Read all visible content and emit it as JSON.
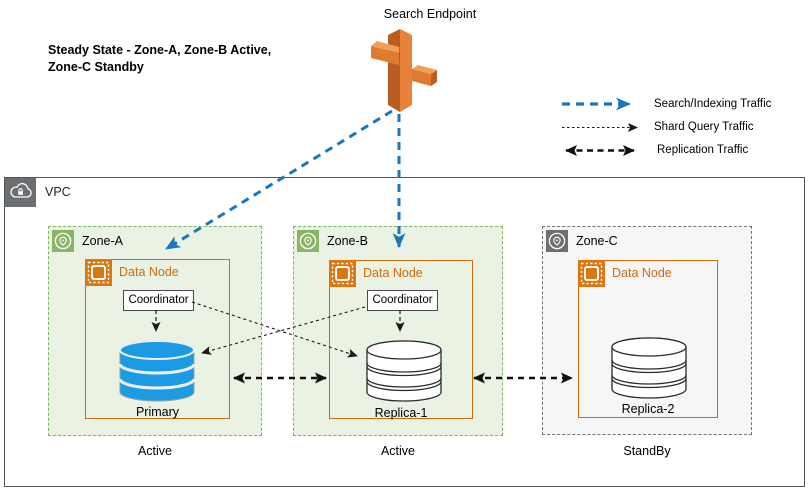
{
  "title": {
    "line1": "Steady State - Zone-A, Zone-B Active,",
    "line2": "Zone-C Standby"
  },
  "search_endpoint": {
    "label": "Search Endpoint",
    "icon": "search-endpoint-3d-icon"
  },
  "legend": {
    "items": [
      {
        "label": "Search/Indexing Traffic",
        "style": "blue-thick-dashed-arrow",
        "color": "#1C76BC"
      },
      {
        "label": "Shard Query Traffic",
        "style": "thin-dotted-arrow",
        "color": "#1a1a1a"
      },
      {
        "label": "Replication Traffic",
        "style": "thick-dashed-double-arrow",
        "color": "#111111"
      }
    ]
  },
  "vpc": {
    "label": "VPC",
    "icon": "cloud-lock-icon"
  },
  "zones": [
    {
      "name": "Zone-A",
      "status": "Active",
      "icon": "availability-zone-pin-icon",
      "data_node_label": "Data Node",
      "coordinator_label": "Coordinator",
      "database": {
        "label": "Primary",
        "role": "primary",
        "color": "#1A9BE3"
      }
    },
    {
      "name": "Zone-B",
      "status": "Active",
      "icon": "availability-zone-pin-icon",
      "data_node_label": "Data Node",
      "coordinator_label": "Coordinator",
      "database": {
        "label": "Replica-1",
        "role": "replica",
        "color": "#FFFFFF"
      }
    },
    {
      "name": "Zone-C",
      "status": "StandBy",
      "icon": "availability-zone-pin-icon",
      "data_node_label": "Data Node",
      "database": {
        "label": "Replica-2",
        "role": "replica",
        "color": "#FFFFFF"
      }
    }
  ],
  "colors": {
    "aws_orange": "#DD760F",
    "orange_border": "#D26A0C",
    "zone_active_fill": "#E9F2E3",
    "zone_active_border": "#7FB55F",
    "zone_standby_fill": "#F6F6F6",
    "zone_standby_border": "#737373",
    "search_traffic_blue": "#1C76BC",
    "primary_db_blue": "#1A9BE3",
    "vpc_icon_gray": "#6B6F71"
  }
}
